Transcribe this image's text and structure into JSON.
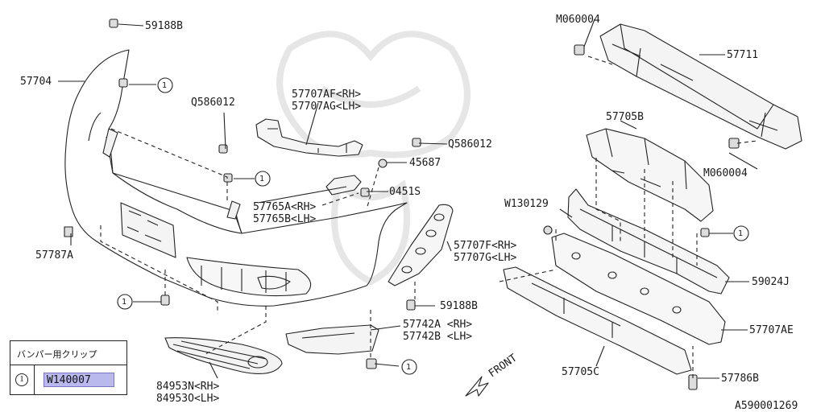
{
  "labels": {
    "p59188B_top": "59188B",
    "p57704": "57704",
    "p1_a": "1",
    "pQ586012_a": "Q586012",
    "p57707AF": "57707AF<RH>",
    "p57707AG": "57707AG<LH>",
    "pQ586012_b": "Q586012",
    "p45687": "45687",
    "p1_b": "1",
    "p0451S": "0451S",
    "p57765A": "57765A<RH>",
    "p57765B": "57765B<LH>",
    "p57787A": "57787A",
    "p1_c": "1",
    "p57707F": "57707F<RH>",
    "p57707G": "57707G<LH>",
    "p59188B_bot": "59188B",
    "p57742A": "57742A <RH>",
    "p57742B": "57742B <LH>",
    "p1_d": "1",
    "p84953N": "84953N<RH>",
    "p84953O": "84953O<LH>",
    "pM060004_a": "M060004",
    "p57711": "57711",
    "p57705B": "57705B",
    "pM060004_b": "M060004",
    "pW130129": "W130129",
    "p1_e": "1",
    "p59024J": "59024J",
    "p57707AE": "57707AE",
    "p57705C": "57705C",
    "p57786B": "57786B",
    "front": "FRONT",
    "ref": "A590001269"
  },
  "legend": {
    "title": "バンパー用クリップ",
    "number": "1",
    "part": "W140007"
  }
}
